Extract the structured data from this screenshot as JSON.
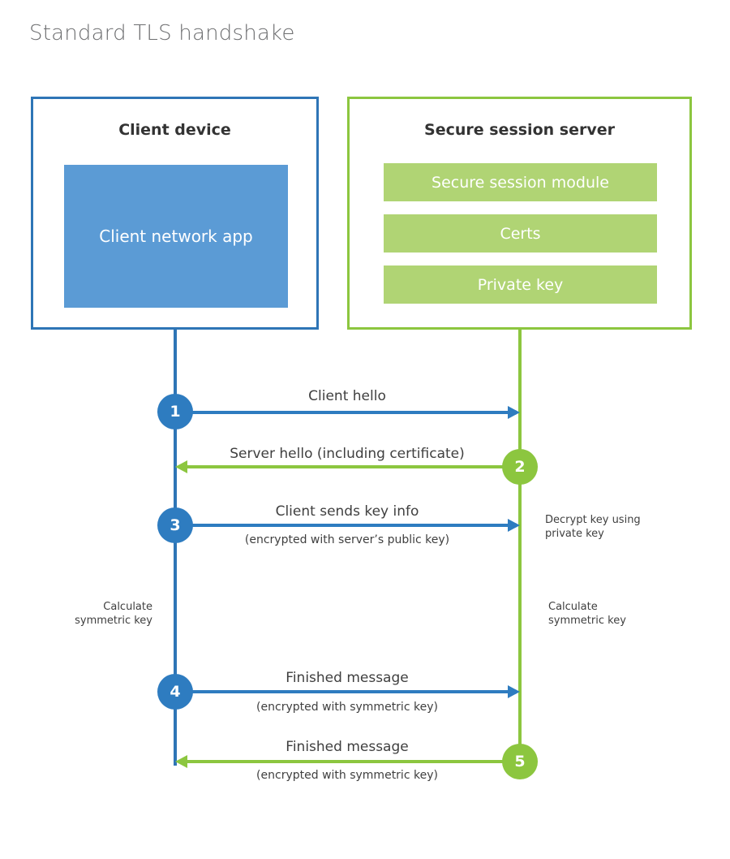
{
  "diagram": {
    "title": "Standard TLS handshake",
    "colors": {
      "client_border": "#2e75b6",
      "client_fill": "#5b9bd5",
      "server_border": "#8cc63f",
      "server_fill": "#b0d474",
      "client_accent": "#2e7cc0",
      "server_accent": "#8cc63f",
      "text": "#3f3f3f",
      "title_text": "#6d6e70",
      "background": "#ffffff"
    },
    "parties": {
      "client": {
        "title": "Client device",
        "blocks": [
          {
            "label": "Client network app"
          }
        ]
      },
      "server": {
        "title": "Secure session server",
        "blocks": [
          {
            "label": "Secure session module"
          },
          {
            "label": "Certs"
          },
          {
            "label": "Private key"
          }
        ]
      }
    },
    "steps": [
      {
        "number": "1",
        "side": "client",
        "direction": "right",
        "main": "Client hello",
        "sub": ""
      },
      {
        "number": "2",
        "side": "server",
        "direction": "left",
        "main": "Server hello (including certificate)",
        "sub": ""
      },
      {
        "number": "3",
        "side": "client",
        "direction": "right",
        "main": "Client sends key info",
        "sub": "(encrypted with server’s public key)"
      },
      {
        "number": "4",
        "side": "client",
        "direction": "right",
        "main": "Finished message",
        "sub": "(encrypted with symmetric key)"
      },
      {
        "number": "5",
        "side": "server",
        "direction": "left",
        "main": "Finished message",
        "sub": "(encrypted with symmetric key)"
      }
    ],
    "annotations": [
      {
        "text": "Decrypt key using\nprivate key",
        "side": "server"
      },
      {
        "text": "Calculate\nsymmetric key",
        "side": "client"
      },
      {
        "text": "Calculate\nsymmetric key",
        "side": "server"
      }
    ]
  }
}
